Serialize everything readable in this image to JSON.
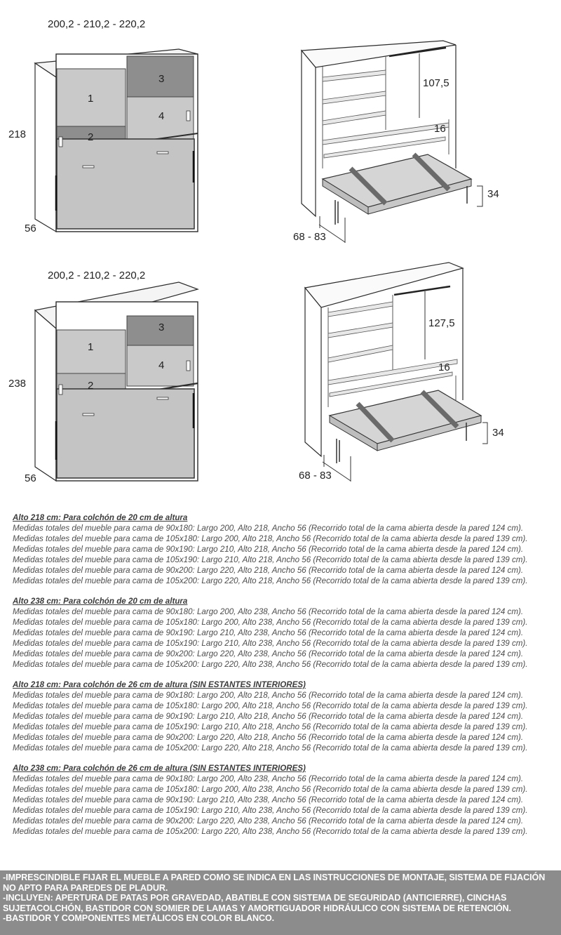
{
  "figures": {
    "closed_218": {
      "width_label": "200,2 - 210,2 - 220,2",
      "height_label": "218",
      "depth_label": "56",
      "compartments": [
        "1",
        "2",
        "3",
        "4"
      ]
    },
    "open_218": {
      "inner_height_label": "107,5",
      "shelf_label": "16",
      "bed_height_label": "34",
      "extension_label": "68 - 83"
    },
    "closed_238": {
      "width_label": "200,2 - 210,2 - 220,2",
      "height_label": "238",
      "depth_label": "56",
      "compartments": [
        "1",
        "2",
        "3",
        "4"
      ]
    },
    "open_238": {
      "inner_height_label": "127,5",
      "shelf_label": "16",
      "bed_height_label": "34",
      "extension_label": "68 - 83"
    }
  },
  "spec_groups": [
    {
      "heading": "Alto 218 cm: Para colchón de 20 cm de altura",
      "lines": [
        "Medidas totales del mueble para cama de 90x180: Largo 200, Alto 218, Ancho 56 (Recorrido total de la cama abierta desde la pared 124 cm).",
        "Medidas totales del mueble para cama de 105x180: Largo 200, Alto 218, Ancho 56 (Recorrido total de la cama abierta desde la pared 139 cm).",
        "Medidas totales del mueble para cama de 90x190: Largo 210, Alto 218, Ancho 56 (Recorrido total de la cama abierta desde la pared 124 cm).",
        "Medidas totales del mueble para cama de 105x190: Largo 210, Alto 218, Ancho 56 (Recorrido total de la cama abierta desde la pared 139 cm).",
        "Medidas totales del mueble para cama de 90x200: Largo 220, Alto 218, Ancho 56 (Recorrido total de la cama abierta desde la pared 124 cm).",
        "Medidas totales del mueble para cama de 105x200: Largo 220, Alto 218, Ancho 56 (Recorrido total de la cama abierta desde la pared 139 cm)."
      ]
    },
    {
      "heading": "Alto 238 cm: Para colchón de 20 cm de altura",
      "lines": [
        "Medidas totales del mueble para cama de 90x180: Largo 200, Alto 238, Ancho 56 (Recorrido total de la cama abierta desde la pared 124 cm).",
        "Medidas totales del mueble para cama de 105x180: Largo 200, Alto 238, Ancho 56 (Recorrido total de la cama abierta desde la pared 139 cm).",
        "Medidas totales del mueble para cama de 90x190: Largo 210, Alto 238, Ancho 56 (Recorrido total de la cama abierta desde la pared 124 cm).",
        "Medidas totales del mueble para cama de 105x190: Largo 210, Alto 238, Ancho 56 (Recorrido total de la cama abierta desde la pared 139 cm).",
        "Medidas totales del mueble para cama de 90x200: Largo 220, Alto 238, Ancho 56 (Recorrido total de la cama abierta desde la pared 124 cm).",
        "Medidas totales del mueble para cama de 105x200: Largo 220, Alto 238, Ancho 56 (Recorrido total de la cama abierta desde la pared 139 cm)."
      ]
    },
    {
      "heading": "Alto 218 cm: Para colchón de 26 cm de altura (SIN ESTANTES INTERIORES)",
      "lines": [
        "Medidas totales del mueble para cama de 90x180: Largo 200, Alto 218, Ancho 56 (Recorrido total de la cama abierta desde la pared 124 cm).",
        "Medidas totales del mueble para cama de 105x180: Largo 200, Alto 218, Ancho 56 (Recorrido total de la cama abierta desde la pared 139 cm).",
        "Medidas totales del mueble para cama de 90x190: Largo 210, Alto 218, Ancho 56 (Recorrido total de la cama abierta desde la pared 124 cm).",
        "Medidas totales del mueble para cama de 105x190: Largo 210, Alto 218, Ancho 56 (Recorrido total de la cama abierta desde la pared 139 cm).",
        "Medidas totales del mueble para cama de 90x200: Largo 220, Alto 218, Ancho 56 (Recorrido total de la cama abierta desde la pared 124 cm).",
        "Medidas totales del mueble para cama de 105x200: Largo 220, Alto 218, Ancho 56 (Recorrido total de la cama abierta desde la pared 139 cm)."
      ]
    },
    {
      "heading": "Alto 238 cm: Para colchón de 26 cm de altura (SIN ESTANTES INTERIORES)",
      "lines": [
        "Medidas totales del mueble para cama de 90x180: Largo 200, Alto 238, Ancho 56 (Recorrido total de la cama abierta desde la pared 124 cm).",
        "Medidas totales del mueble para cama de 105x180: Largo 200, Alto 238, Ancho 56 (Recorrido total de la cama abierta desde la pared 139 cm).",
        "Medidas totales del mueble para cama de 90x190: Largo 210, Alto 238, Ancho 56 (Recorrido total de la cama abierta desde la pared 124 cm).",
        "Medidas totales del mueble para cama de 105x190: Largo 210, Alto 238, Ancho 56 (Recorrido total de la cama abierta desde la pared 139 cm).",
        "Medidas totales del mueble para cama de 90x200: Largo 220, Alto 238, Ancho 56 (Recorrido total de la cama abierta desde la pared 124 cm).",
        "Medidas totales del mueble para cama de 105x200: Largo 220, Alto 238, Ancho 56 (Recorrido total de la cama abierta desde la pared 139 cm)."
      ]
    }
  ],
  "notices": [
    "-IMPRESCINDIBLE FIJAR EL MUEBLE A PARED COMO SE INDICA EN LAS INSTRUCCIONES DE MONTAJE, SISTEMA DE FIJACIÓN NO APTO PARA PAREDES DE PLADUR.",
    "-INCLUYEN: APERTURA DE PATAS POR GRAVEDAD, ABATIBLE CON SISTEMA DE SEGURIDAD (ANTICIERRE), CINCHAS SUJETACOLCHÓN, BASTIDOR CON SOMIER DE LAMAS Y AMORTIGUADOR HIDRÁULICO CON SISTEMA DE RETENCIÓN.",
    "-BASTIDOR Y COMPONENTES METÁLICOS EN COLOR BLANCO."
  ],
  "colors": {
    "panel_light": "#c9c9c9",
    "panel_mid": "#b7b7b7",
    "panel_dark": "#8e8e8e",
    "outline": "#2b2b2b",
    "notice_bg": "#8c8c8c",
    "strap": "#6a6a6a"
  }
}
